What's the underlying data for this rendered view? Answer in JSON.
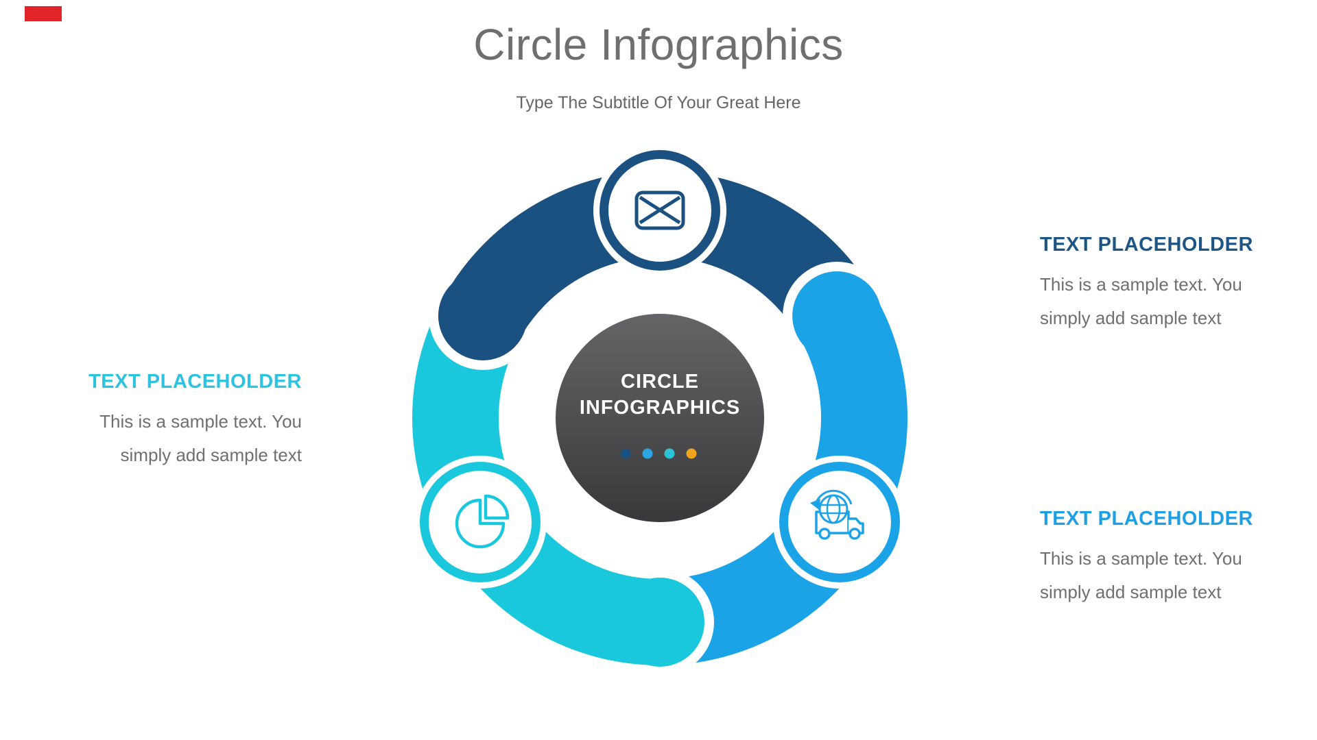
{
  "slide": {
    "title": "Circle Infographics",
    "subtitle": "Type The Subtitle Of Your Great Here"
  },
  "diagram": {
    "center_label": {
      "line1": "CIRCLE",
      "line2": "INFOGRAPHICS"
    },
    "dots": [
      "#1a5180",
      "#2aa7e3",
      "#2cc3d8",
      "#f2a41d"
    ],
    "segments": [
      {
        "position": "top",
        "color": "#1a5180",
        "icon": "envelope-icon"
      },
      {
        "position": "bottom-right",
        "color": "#1ba3e8",
        "icon": "delivery-truck-icon"
      },
      {
        "position": "bottom-left",
        "color": "#19c8dd",
        "icon": "pie-chart-icon"
      }
    ],
    "center_gradient": {
      "top": "#656568",
      "bottom": "#39393c"
    }
  },
  "placeholders": {
    "right_top": {
      "heading": "TEXT PLACEHOLDER",
      "line1": "This is a sample text. You",
      "line2": "simply add sample text",
      "accent": "#1d5585"
    },
    "right_bottom": {
      "heading": "TEXT PLACEHOLDER",
      "line1": "This is a sample text. You",
      "line2": "simply add sample text",
      "accent": "#1f9fe3"
    },
    "left": {
      "heading": "TEXT PLACEHOLDER",
      "line1": "This is a sample text. You",
      "line2": "simply add sample text",
      "accent": "#2cc3e0"
    }
  },
  "corner_marker_color": "#e1252b"
}
